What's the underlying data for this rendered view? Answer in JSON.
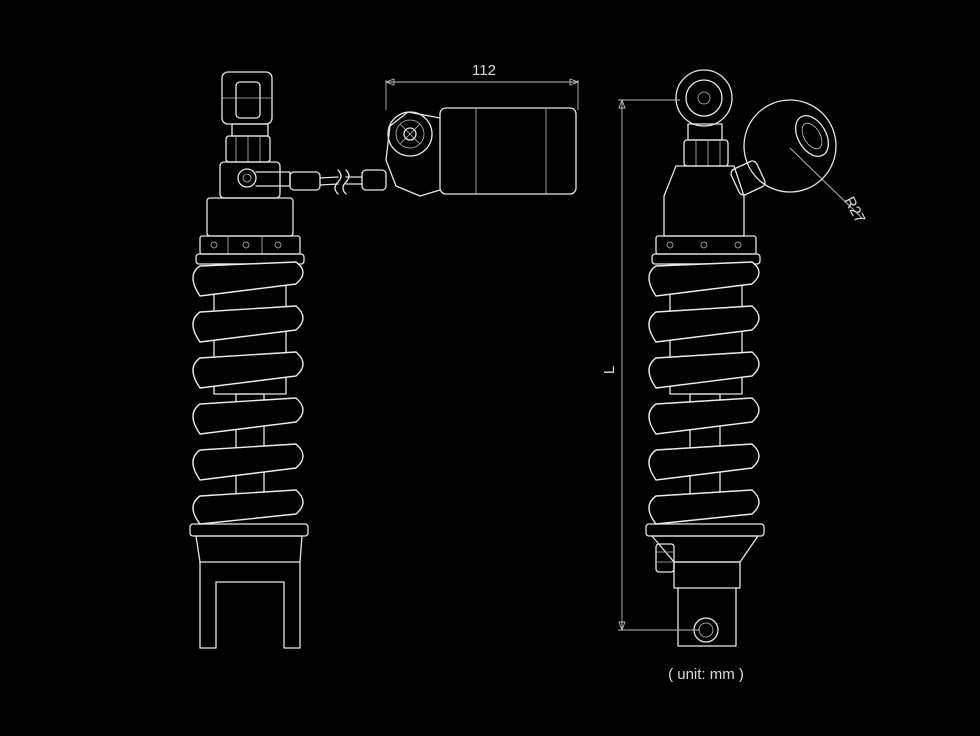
{
  "labels": {
    "reservoir_width": "112",
    "length": "L",
    "radius": "R27",
    "unit_note": "( unit: mm )"
  },
  "colors": {
    "background": "#000000",
    "line": "#e6e6e6",
    "dimension": "#bdbdbd"
  }
}
